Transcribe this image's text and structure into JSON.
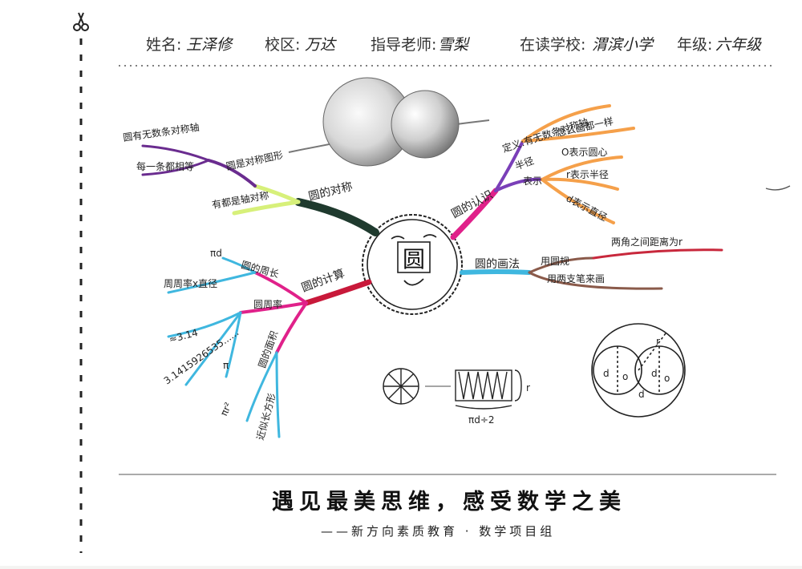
{
  "header": {
    "name_label": "姓名:",
    "name_value": "王泽修",
    "campus_label": "校区:",
    "campus_value": "万达",
    "teacher_label": "指导老师:",
    "teacher_value": "雪梨",
    "school_label": "在读学校:",
    "school_value": "渭滨小学",
    "grade_label": "年级:",
    "grade_value": "六年级"
  },
  "center": {
    "label": "圆"
  },
  "branches": {
    "symmetry": {
      "label": "圆的对称",
      "sub1": "圆是对称图形",
      "sub1_a": "圆有无数条对称轴",
      "sub1_b": "每一条都相等",
      "sub2": "有都是轴对称"
    },
    "cognition": {
      "label": "圆的认识",
      "sub1": "定义:有无数条对称轴",
      "sub1_a": "怎么画都一样",
      "sub2": "半径",
      "sub2_a": "O表示圆心",
      "sub3": "表示",
      "sub3_a": "r表示半径",
      "sub3_b": "d表示直径"
    },
    "calc": {
      "label": "圆的计算",
      "perimeter": "圆的周长",
      "perimeter_formula": "πd",
      "perimeter_note": "周周率x直径",
      "pi": "圆周率",
      "pi_a": "≈3.14",
      "pi_b": "3.1415926535......",
      "pi_c": "π",
      "area": "圆的面积",
      "area_a": "πr²",
      "area_b": "近似长方形"
    },
    "draw": {
      "label": "圆的画法",
      "sub1": "用圆规",
      "sub1_a": "两角之间距离为r",
      "sub2": "用两支笔来画"
    }
  },
  "figures": {
    "rect_label_r": "r",
    "rect_label_bottom": "πd÷2",
    "circle_label_d1": "d",
    "circle_label_o1": "o",
    "circle_label_r": "r",
    "circle_label_d2": "d",
    "circle_label_o2": "o",
    "circle_label_d3": "d"
  },
  "footer": {
    "slogan": "遇见最美思维，感受数学之美",
    "subslogan": "——新方向素质教育 · 数学项目组"
  },
  "colors": {
    "purple": "#6a2c8f",
    "yellow_green": "#d7f07a",
    "dark_green": "#1f3a2e",
    "pink": "#e0218a",
    "orange": "#f5a04a",
    "violet": "#7a3fb8",
    "crimson": "#c8193a",
    "cyan": "#3fb7df",
    "brown": "#8a5a4a",
    "red": "#c8283c"
  }
}
